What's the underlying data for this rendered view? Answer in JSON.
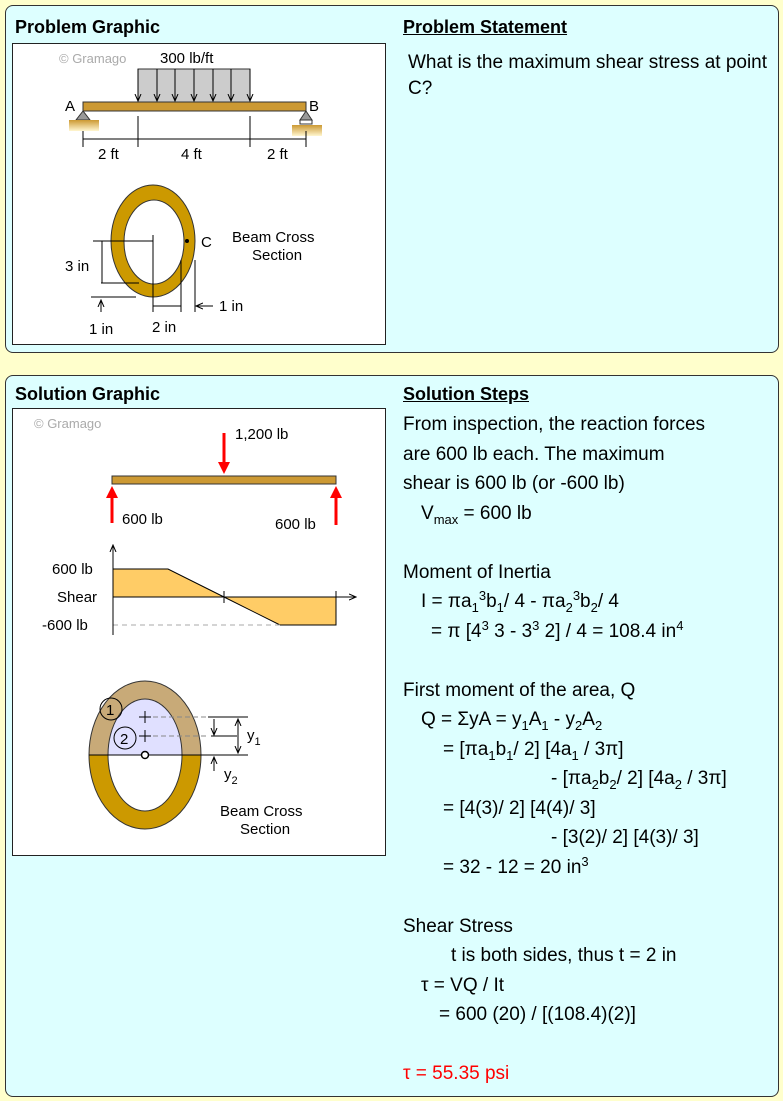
{
  "problem": {
    "graphic_heading": "Problem Graphic",
    "statement_heading": "Problem Statement",
    "statement": "What is the maximum shear stress at point C?",
    "graphic": {
      "watermark": "© Gramago",
      "load": "300 lb/ft",
      "support_a": "A",
      "support_b": "B",
      "dims": [
        "2 ft",
        "4 ft",
        "2 ft"
      ],
      "point_c": "C",
      "cs_label_1": "Beam Cross",
      "cs_label_2": "Section",
      "dim_3in": "3 in",
      "dim_1in_left": "1 in",
      "dim_2in": "2 in",
      "dim_1in_right": "1 in"
    }
  },
  "solution": {
    "graphic_heading": "Solution Graphic",
    "steps_heading": "Solution Steps",
    "graphic": {
      "watermark": "© Gramago",
      "load": "1,200 lb",
      "reaction_left": "600  lb",
      "reaction_right": "600  lb",
      "shear_top": "600  lb",
      "shear_label": "Shear",
      "shear_bottom": "-600  lb",
      "region_1": "1",
      "region_2": "2",
      "y1": "y",
      "y1_sub": "1",
      "y2": "y",
      "y2_sub": "2",
      "cs_label_1": "Beam Cross",
      "cs_label_2": "Section"
    },
    "lines": [
      [
        {
          "t": "From inspection, the reaction forces"
        }
      ],
      [
        {
          "t": "are 600 lb each. The maximum"
        }
      ],
      [
        {
          "t": "shear is 600 lb (or -600 lb)"
        }
      ],
      [
        {
          "t": "V"
        },
        {
          "t": "max",
          "s": "sub"
        },
        {
          "t": " = 600 lb"
        }
      ],
      [],
      [
        {
          "t": "Moment of Inertia"
        }
      ],
      [
        {
          "t": "I = πa"
        },
        {
          "t": "1",
          "s": "sub"
        },
        {
          "t": "3",
          "s": "sup"
        },
        {
          "t": "b"
        },
        {
          "t": "1",
          "s": "sub"
        },
        {
          "t": "/ 4 - πa"
        },
        {
          "t": "2",
          "s": "sub"
        },
        {
          "t": "3",
          "s": "sup"
        },
        {
          "t": "b"
        },
        {
          "t": "2",
          "s": "sub"
        },
        {
          "t": "/ 4"
        }
      ],
      [
        {
          "t": "= π [4"
        },
        {
          "t": "3",
          "s": "sup"
        },
        {
          "t": " 3 - 3"
        },
        {
          "t": "3",
          "s": "sup"
        },
        {
          "t": " 2] / 4 = 108.4 in"
        },
        {
          "t": "4",
          "s": "sup"
        }
      ],
      [],
      [
        {
          "t": "First moment of the area, Q"
        }
      ],
      [
        {
          "t": "Q = ΣyA = y"
        },
        {
          "t": "1",
          "s": "sub"
        },
        {
          "t": "A"
        },
        {
          "t": "1",
          "s": "sub"
        },
        {
          "t": " - y"
        },
        {
          "t": "2",
          "s": "sub"
        },
        {
          "t": "A"
        },
        {
          "t": "2",
          "s": "sub"
        }
      ],
      [
        {
          "t": "= [πa"
        },
        {
          "t": "1",
          "s": "sub"
        },
        {
          "t": "b"
        },
        {
          "t": "1",
          "s": "sub"
        },
        {
          "t": "/ 2] [4a"
        },
        {
          "t": "1",
          "s": "sub"
        },
        {
          "t": " / 3π]"
        }
      ],
      [
        {
          "t": "- [πa"
        },
        {
          "t": "2",
          "s": "sub"
        },
        {
          "t": "b"
        },
        {
          "t": "2",
          "s": "sub"
        },
        {
          "t": "/ 2] [4a"
        },
        {
          "t": "2",
          "s": "sub"
        },
        {
          "t": " / 3π]"
        }
      ],
      [
        {
          "t": "= [4(3)/ 2] [4(4)/ 3]"
        }
      ],
      [
        {
          "t": "- [3(2)/ 2] [4(3)/ 3]"
        }
      ],
      [
        {
          "t": "= 32 - 12 = 20 in"
        },
        {
          "t": "3",
          "s": "sup"
        }
      ],
      [],
      [
        {
          "t": "Shear Stress"
        }
      ],
      [
        {
          "t": "t is both sides, thus t = 2 in"
        }
      ],
      [
        {
          "t": "τ = VQ / It"
        }
      ],
      [
        {
          "t": "= 600 (20) / [(108.4)(2)]"
        }
      ],
      [],
      [
        {
          "t": "τ = 55.35 psi"
        }
      ]
    ]
  },
  "colors": {
    "beam": "#cc9933",
    "section": "#cc9900",
    "section_upper": "#c8aa78",
    "inner_upper": "#e0e0ff",
    "load": "#cccccc",
    "shear": "#ffcc66",
    "arrow": "#ff0000",
    "panel": "#ddffff",
    "page": "#ffffcc"
  }
}
